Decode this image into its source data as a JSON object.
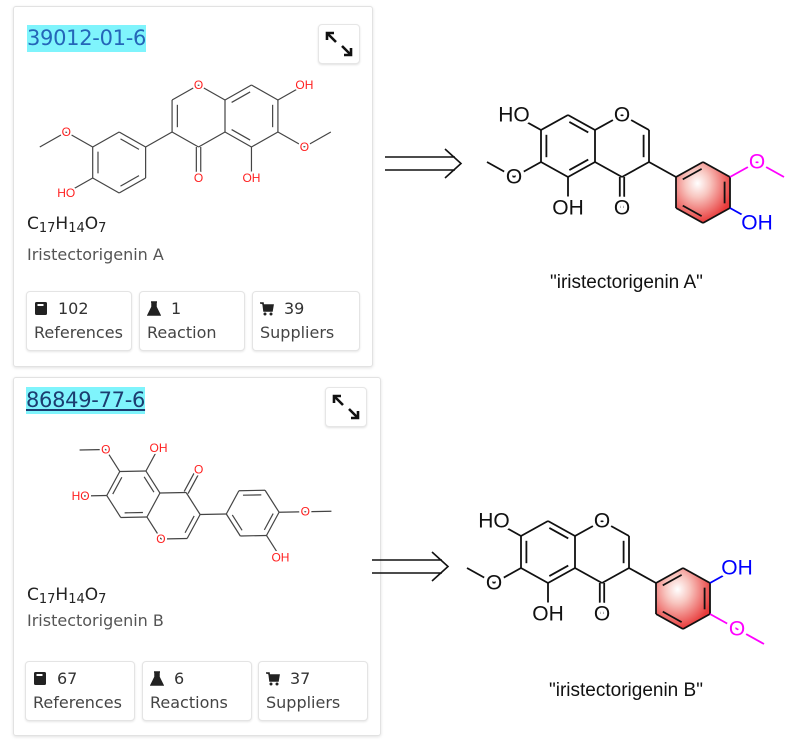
{
  "cards": [
    {
      "cas": "39012-01-6",
      "formula": {
        "c": "C",
        "c_n": "17",
        "h": "H",
        "h_n": "14",
        "o": "O",
        "o_n": "7"
      },
      "name": "Iristectorigenin A",
      "stats": [
        {
          "icon": "book-icon",
          "count": "102",
          "label": "References"
        },
        {
          "icon": "flask-icon",
          "count": "1",
          "label": "Reaction"
        },
        {
          "icon": "cart-icon",
          "count": "39",
          "label": "Suppliers"
        }
      ]
    },
    {
      "cas": "86849-77-6",
      "formula": {
        "c": "C",
        "c_n": "17",
        "h": "H",
        "h_n": "14",
        "o": "O",
        "o_n": "7"
      },
      "name": "Iristectorigenin B",
      "stats": [
        {
          "icon": "book-icon",
          "count": "67",
          "label": "References"
        },
        {
          "icon": "flask-icon",
          "count": "6",
          "label": "Reactions"
        },
        {
          "icon": "cart-icon",
          "count": "37",
          "label": "Suppliers"
        }
      ]
    }
  ],
  "structures": {
    "card_a": {
      "c7": "OH",
      "c6": "O",
      "c5": "OH",
      "ring_o": "O",
      "carbonyl": "O",
      "meta": "O",
      "para": "HO"
    },
    "card_b": {
      "c7": "HO",
      "c6": "O",
      "c5": "OH",
      "ring_o": "O",
      "carbonyl": "O",
      "meta": "OH",
      "para": "O"
    },
    "big_a": {
      "c7": "HO",
      "c6": "O",
      "c5": "OH",
      "ring_o": "O",
      "carbonyl": "O",
      "meta": "O",
      "para": "OH"
    },
    "big_b": {
      "c7": "HO",
      "c6": "O",
      "c5": "OH",
      "ring_o": "O",
      "carbonyl": "O",
      "meta": "OH",
      "para": "O"
    }
  },
  "captions": {
    "a": "\"iristectorigenin A\"",
    "b": "\"iristectorigenin B\""
  },
  "colors": {
    "cas_highlight": "#7ff4fc",
    "ring_highlight": "#e83a3a",
    "methoxy": "#ff00ff",
    "hydroxy": "#0000ff",
    "atom_small": "#ff2020"
  }
}
